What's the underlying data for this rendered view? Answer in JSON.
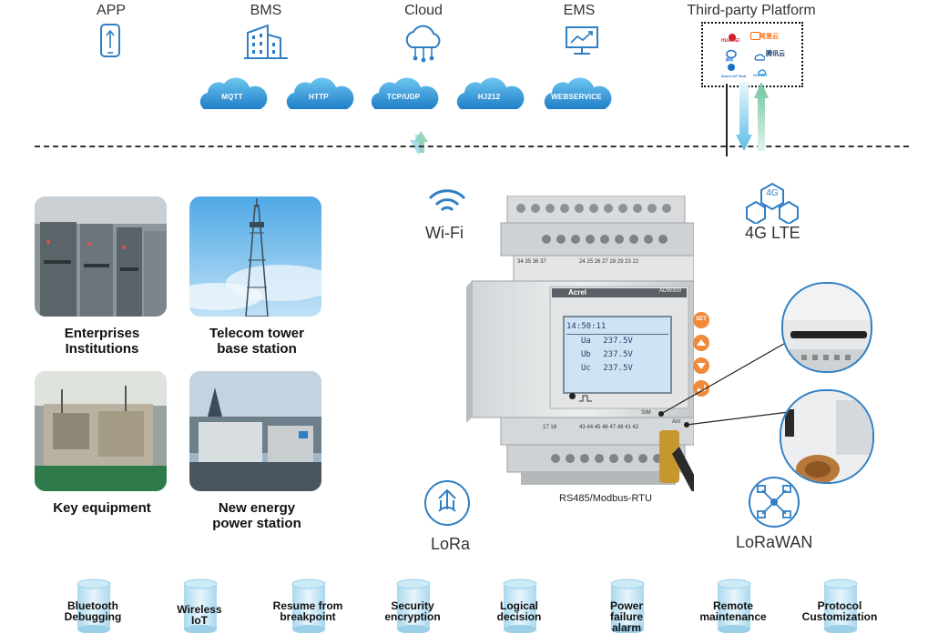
{
  "top": {
    "app": "APP",
    "bms": "BMS",
    "cloud": "Cloud",
    "ems": "EMS",
    "third_party": "Third-party Platform"
  },
  "protocols": [
    "MQTT",
    "HTTP",
    "TCP/UDP",
    "HJ212",
    "WEBSERVICE"
  ],
  "platforms": [
    "HUAWEI",
    "阿里云",
    "移动",
    "腾讯云",
    "Azure IoT Hub",
    "OneNET"
  ],
  "applications": [
    {
      "label": "Enterprises\nInstitutions"
    },
    {
      "label": "Telecom tower\nbase station"
    },
    {
      "label": "Key equipment"
    },
    {
      "label": "New energy\npower station"
    }
  ],
  "wireless": {
    "wifi": "Wi-Fi",
    "lte": "4G LTE",
    "lte_badge": "4G",
    "lora": "LoRa",
    "lorawan": "LoRaWAN"
  },
  "device": {
    "brand": "Acrel",
    "model": "ADW300",
    "lcd_time": "14:50:11",
    "lcd_rows": [
      {
        "label": "Ua",
        "value": "237.5V"
      },
      {
        "label": "Ub",
        "value": "237.5V"
      },
      {
        "label": "Uc",
        "value": "237.5V"
      }
    ],
    "btn_set": "SET",
    "terminals_top_left": [
      "34",
      "35",
      "36",
      "37"
    ],
    "terminals_top_right": [
      "24",
      "25",
      "26",
      "27",
      "28",
      "29",
      "23",
      "22"
    ],
    "terminals_bottom_left": [
      "17",
      "18"
    ],
    "terminals_bottom_right": [
      "43",
      "44",
      "45",
      "46",
      "47",
      "48",
      "41",
      "42"
    ],
    "sim_label": "SIM",
    "ant_label": "Ant",
    "bus_label": "RS485/Modbus-RTU"
  },
  "features": [
    "Bluetooth\nDebugging",
    "Wireless\nIoT",
    "Resume from\nbreakpoint",
    "Security\nencryption",
    "Logical\ndecision",
    "Power\nfailure\nalarm",
    "Remote\nmaintenance",
    "Protocol\nCustomization"
  ],
  "colors": {
    "accent_blue": "#2f7fc4",
    "cloud_top": "#6ec6f0",
    "cloud_bottom": "#1f7fc8",
    "arrow_green": "#8fd1b4",
    "arrow_blue": "#9fd6ee",
    "button_orange": "#f08a3a",
    "lcd_blue": "#cfe3f4"
  }
}
